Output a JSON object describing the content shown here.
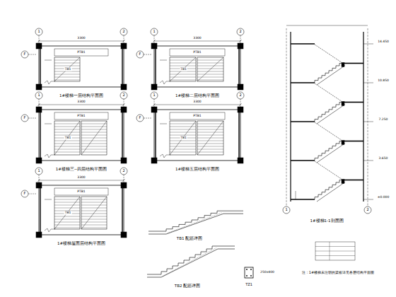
{
  "diagram": {
    "labels": [
      "1#楼梯一层结构平面图",
      "1",
      "2",
      "F",
      "3300",
      "TB1",
      "PTB1",
      "1#楼梯二层结构平面图",
      "1",
      "2",
      "F",
      "3300",
      "TB1",
      "PTB1",
      "1#楼梯三~四层结构平面图",
      "1",
      "2",
      "F",
      "3300",
      "TB1",
      "PTB1",
      "1#楼梯五层结构平面图",
      "1",
      "2",
      "F",
      "3300",
      "TB1",
      "PTB1",
      "1#楼梯屋面层结构平面图",
      "1",
      "2",
      "F",
      "3300",
      "TB1",
      "PTB1",
      "TB1 配筋详图",
      "TB2 配筋详图",
      "TZ1",
      "1#楼梯1-1剖面图",
      "1",
      "2",
      "14.450",
      "10.850",
      "7.250",
      "3.650",
      "±0.000",
      "注：1#楼梯未注明的梁板详见各层结构平面图",
      "250x400"
    ]
  }
}
